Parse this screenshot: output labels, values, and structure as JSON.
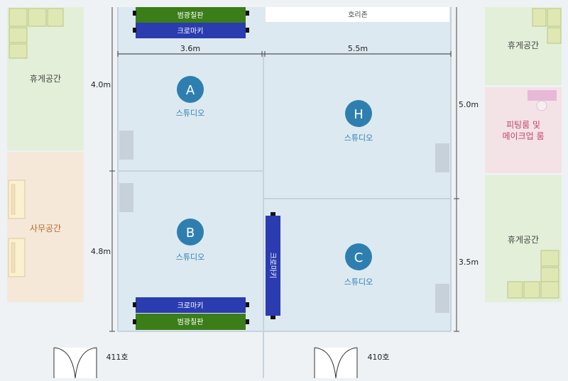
{
  "zones": {
    "lounge_top_left": "휴게공간",
    "office": "사무공간",
    "lounge_top_right": "휴게공간",
    "fitting_line1": "피팅룸 및",
    "fitting_line2": "메이크업 룸",
    "lounge_bottom_right": "휴게공간",
    "horizon": "호리존"
  },
  "studios": {
    "a": {
      "letter": "A",
      "label": "스튜디오"
    },
    "b": {
      "letter": "B",
      "label": "스튜디오"
    },
    "h": {
      "letter": "H",
      "label": "스튜디오"
    },
    "c": {
      "letter": "C",
      "label": "스튜디오"
    }
  },
  "panels": {
    "lighting": "범광칠판",
    "chroma": "크로마키"
  },
  "dimensions": {
    "width_a": "3.6m",
    "width_h": "5.5m",
    "height_a": "4.0m",
    "height_b": "4.8m",
    "height_h": "5.0m",
    "height_c": "3.5m"
  },
  "rooms": {
    "r411": "411호",
    "r410": "410호"
  },
  "colors": {
    "studio_fill": "#dde9f1",
    "lounge_fill": "#e3efd9",
    "office_fill": "#f6e8d9",
    "fitting_fill": "#f3e2e6",
    "accent_blue": "#2e7fb0",
    "chroma_blue": "#2a3caf",
    "lighting_green": "#3b7d18",
    "sofa_fill": "#dfe7b2",
    "fitting_text": "#c0466a",
    "office_text": "#b56a33"
  }
}
